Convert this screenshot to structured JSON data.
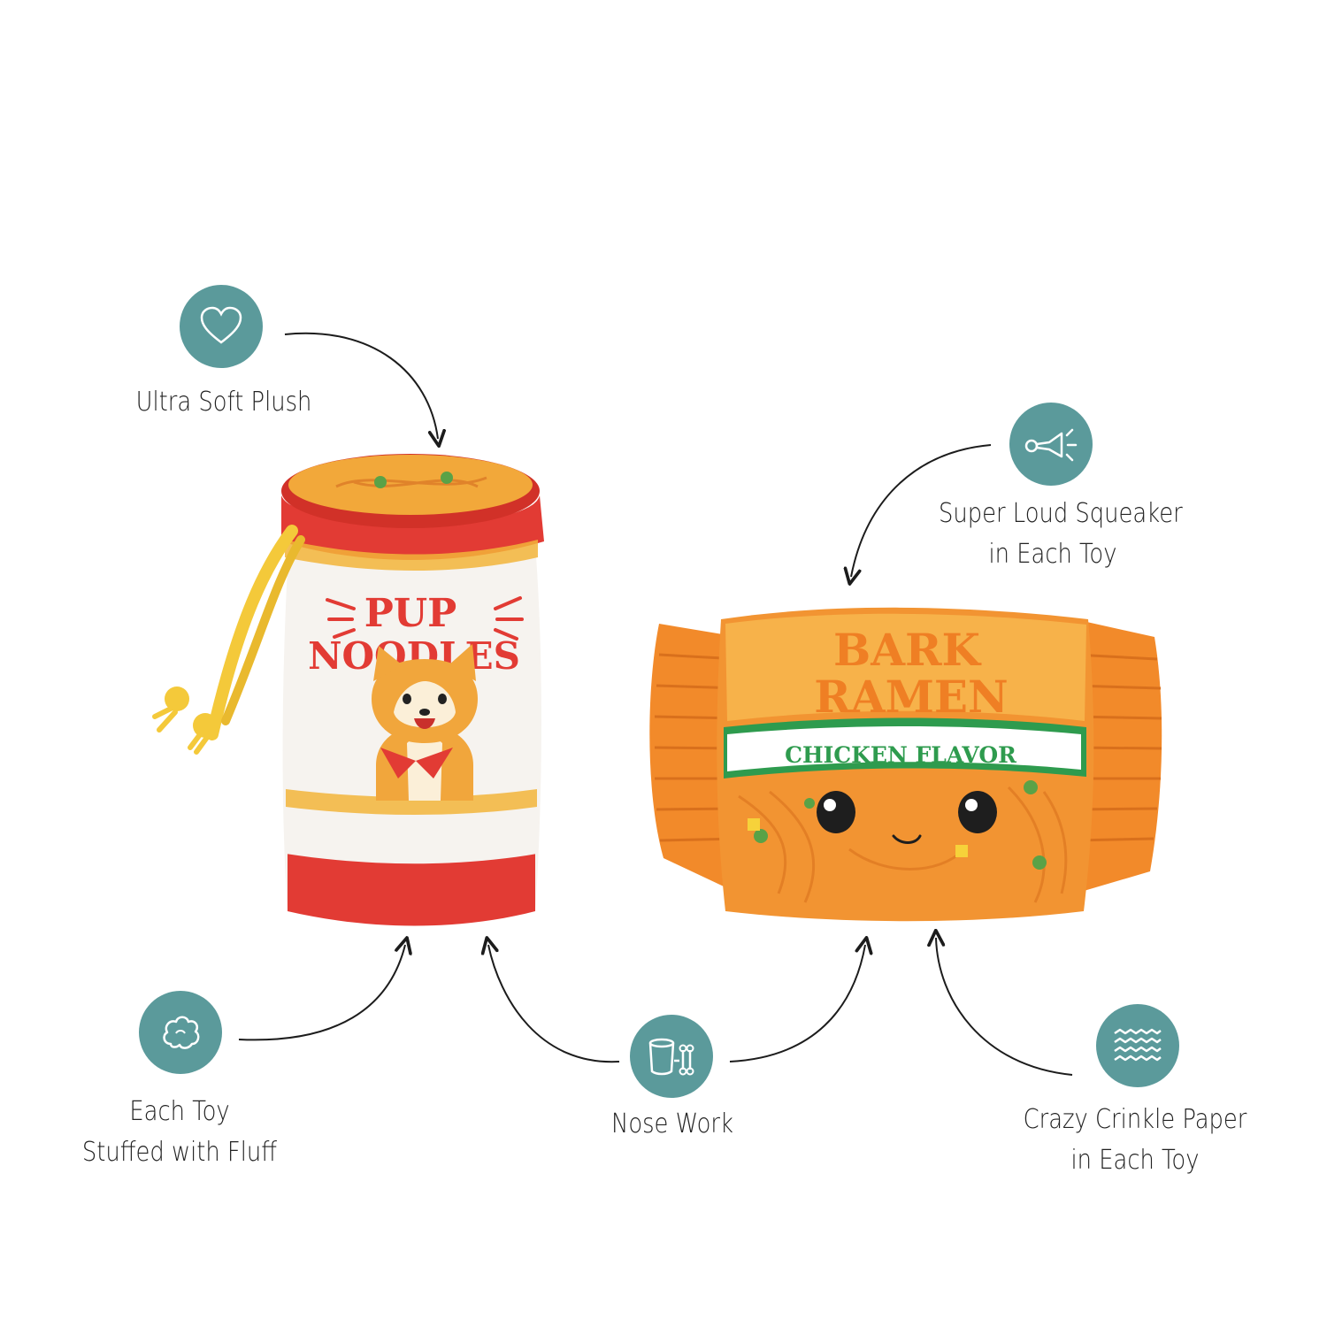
{
  "colors": {
    "icon_teal": "#5b9a9b",
    "arrow": "#1c1c1c",
    "cup_red": "#e23b34",
    "cup_yellow": "#f2b43a",
    "ramen_orange": "#f28a2a",
    "ramen_green": "#2e9b4e"
  },
  "features": [
    {
      "id": "soft",
      "icon": "heart-icon",
      "lines": [
        "Ultra Soft Plush"
      ]
    },
    {
      "id": "squeaker",
      "icon": "squeaker-horn-icon",
      "lines": [
        "Super Loud Squeaker",
        "in Each Toy"
      ]
    },
    {
      "id": "stuffed",
      "icon": "fluff-cloud-icon",
      "lines": [
        "Each Toy",
        "Stuffed with Fluff"
      ]
    },
    {
      "id": "nosework",
      "icon": "nose-work-cup-bone-icon",
      "lines": [
        "Nose Work"
      ]
    },
    {
      "id": "crinkle",
      "icon": "crinkle-waves-icon",
      "lines": [
        "Crazy Crinkle Paper",
        "in Each Toy"
      ]
    }
  ],
  "products": {
    "cup": {
      "line1": "PUP",
      "line2": "NOODLES"
    },
    "ramen": {
      "line1": "BARK",
      "line2": "RAMEN",
      "band": "CHICKEN FLAVOR"
    }
  }
}
